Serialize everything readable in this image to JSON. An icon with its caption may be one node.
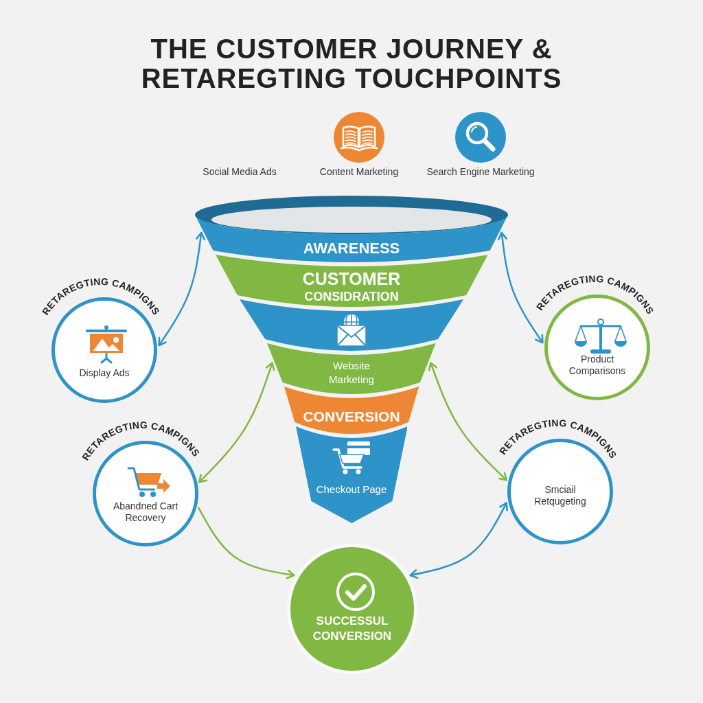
{
  "diagram": {
    "title": "THE CUSTOMER JOURNEY & RETAREGTING TOUCHPOINTS",
    "nodes": [
      {
        "text": [
          "AWARENESS"
        ]
      },
      {
        "text": [
          "CUSTOMER",
          "CONSIDRATION"
        ]
      },
      {
        "text": [],
        "shape": "band"
      },
      {
        "text": [
          "Website Marketing"
        ]
      },
      {
        "text": [
          "CONVERSION"
        ]
      },
      {
        "text": [
          "Checkout Page"
        ]
      },
      {
        "text": [
          "RETAREGTING CAMPIGNS",
          "Display Ads"
        ]
      },
      {
        "text": [
          "RETAREGTING CAMPIGNS",
          "Product Comparisons"
        ]
      },
      {
        "text": [
          "RETAREGTING CAMPIGNS",
          "Abandned Cart Recovery"
        ]
      },
      {
        "text": [
          "RETAREGTING CAMPIGNS",
          "Smciail Retqugeting"
        ]
      },
      {
        "text": [
          "SUCCESSUL CONVERSION"
        ]
      }
    ],
    "edges": [
      {
        "from": 6,
        "to": 0,
        "arrow": "both",
        "color": "#2d93c8"
      },
      {
        "from": 7,
        "to": 0,
        "arrow": "both",
        "color": "#2d93c8"
      },
      {
        "from": 8,
        "to": 3,
        "arrow": "both",
        "color": "#80b843"
      },
      {
        "from": 9,
        "to": 3,
        "arrow": "both",
        "color": "#80b843"
      },
      {
        "from": 8,
        "to": 10,
        "arrow": "to",
        "color": "#80b843"
      },
      {
        "from": 9,
        "to": 10,
        "arrow": "both",
        "color": "#2d93c8"
      }
    ],
    "labels": [
      "Social Media Ads",
      "Content Marketing",
      "Search Engine Marketing"
    ]
  }
}
